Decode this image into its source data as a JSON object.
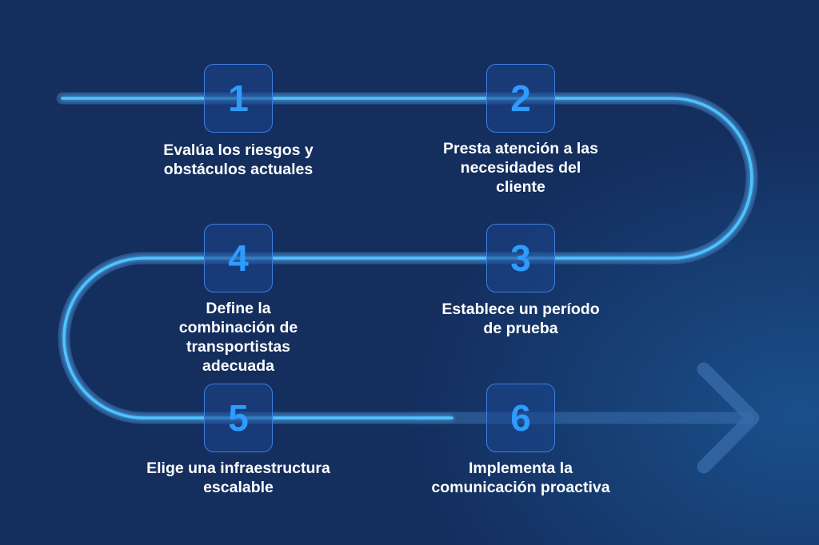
{
  "steps": [
    {
      "number": "1",
      "label": "Evalúa los riesgos y\nobstáculos actuales"
    },
    {
      "number": "2",
      "label": "Presta atención a las\nnecesidades del\ncliente"
    },
    {
      "number": "3",
      "label": "Establece un período\nde prueba"
    },
    {
      "number": "4",
      "label": "Define la\ncombinación de\ntransportistas\nadecuada"
    },
    {
      "number": "5",
      "label": "Elige una infraestructura\nescalable"
    },
    {
      "number": "6",
      "label": "Implementa la\ncomunicación proactiva"
    }
  ],
  "colors": {
    "background": "#142e5e",
    "track": "#3a6fae",
    "glow": "#4fc3ff",
    "box_border": "#3f7ee0",
    "number": "#2e9bff",
    "text": "#ffffff"
  }
}
